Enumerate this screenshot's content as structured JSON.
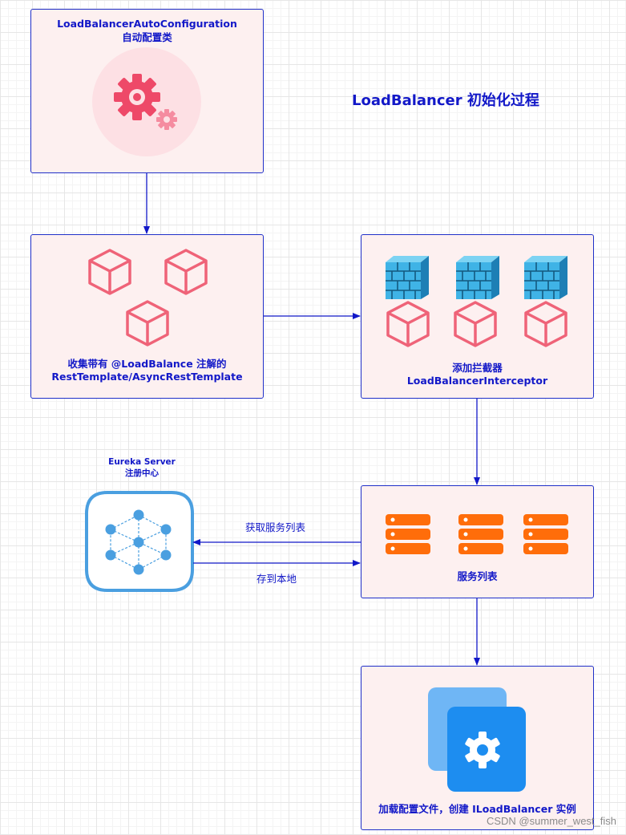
{
  "diagram": {
    "title": "LoadBalancer 初始化过程",
    "nodes": {
      "auto_config": {
        "line1": "LoadBalancerAutoConfiguration",
        "line2": "自动配置类",
        "icon": "gear-icon"
      },
      "collect": {
        "line1": "收集带有 @LoadBalance 注解的",
        "line2": "RestTemplate/AsyncRestTemplate",
        "icon": "cube-icon"
      },
      "interceptor": {
        "line1": "添加拦截器",
        "line2": "LoadBalancerInterceptor",
        "icon": "firewall-icon"
      },
      "eureka": {
        "line1": "Eureka Server",
        "line2": "注册中心",
        "icon": "network-hub-icon"
      },
      "service_list": {
        "line1": "服务列表",
        "icon": "server-icon"
      },
      "load_config": {
        "line1": "加载配置文件，创建 ILoadBalancer 实例",
        "icon": "settings-app-icon"
      }
    },
    "edges": {
      "fetch_label": "获取服务列表",
      "store_label": "存到本地"
    }
  },
  "watermark": "CSDN @summer_west_fish",
  "colors": {
    "accent": "#1218c8",
    "box_fill": "#fdf0f0",
    "cube": "#ef6378",
    "gear": "#ee4968",
    "server": "#ff6d0a",
    "firewall": "#3fb3e6",
    "eureka": "#4a9fe0"
  }
}
